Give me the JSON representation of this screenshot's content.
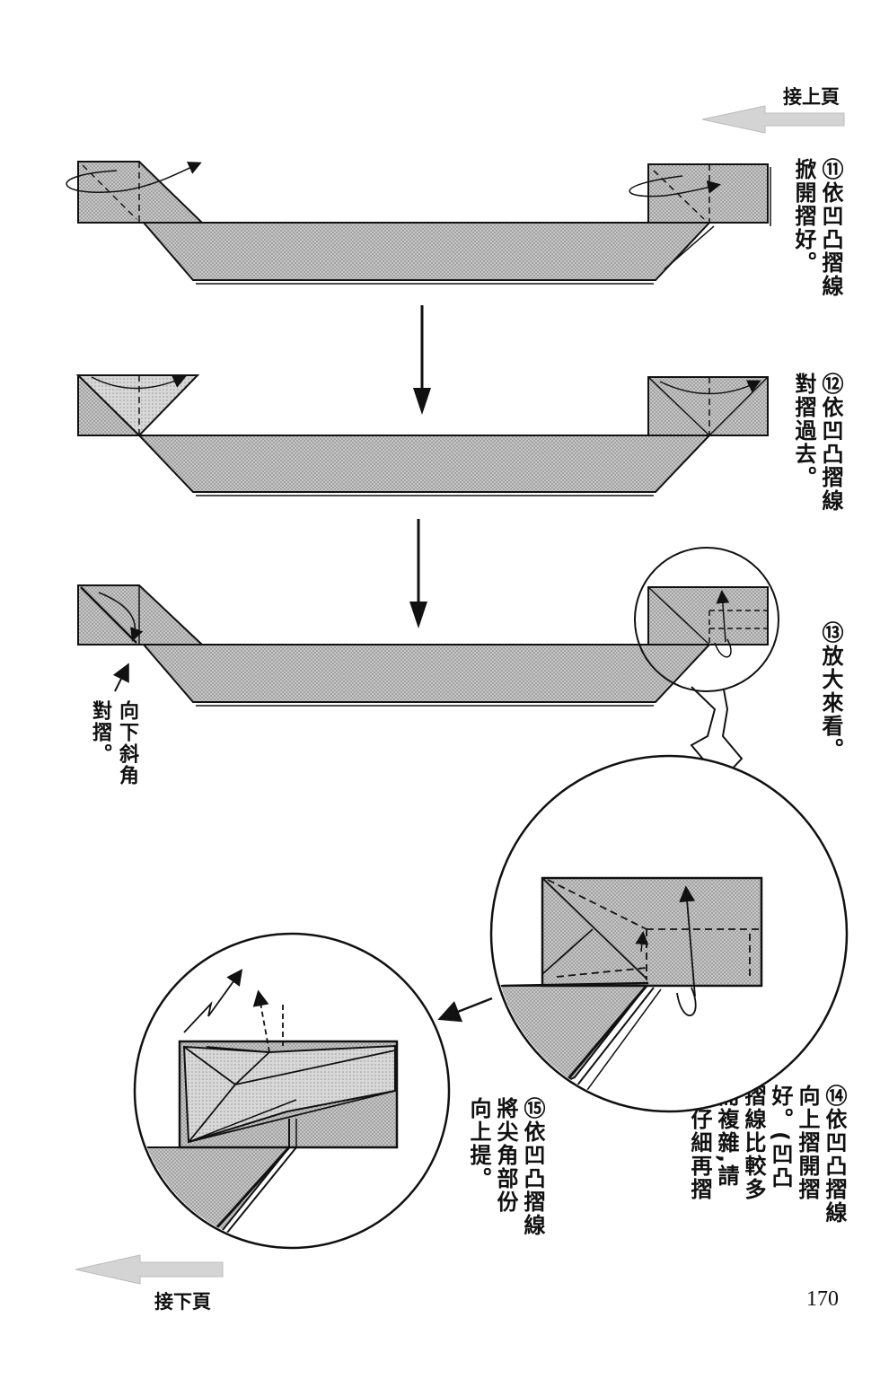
{
  "nav": {
    "continue_from": "接上頁",
    "continue_to": "接下頁",
    "page_number": "170"
  },
  "steps": [
    {
      "number": "⑪",
      "text": "依凹凸摺線掀開摺好。"
    },
    {
      "number": "⑫",
      "text": "依凹凸摺線對摺過去。"
    },
    {
      "number": "⑬",
      "text": "放大來看。"
    },
    {
      "number": "⑭",
      "lines": [
        "依凹凸摺線",
        "向上摺開摺",
        "好。(凹凸",
        "摺線比較多",
        "而複雜,請",
        "看仔細再摺",
        "。)"
      ]
    },
    {
      "number": "⑮",
      "lines": [
        "依凹凸摺線",
        "將尖角部份",
        "向上提。"
      ]
    }
  ],
  "annotations": {
    "diagonal_fold": [
      "向下斜角",
      "對摺。"
    ]
  },
  "colors": {
    "paper_fill": "#bdbdbd",
    "line": "#111111",
    "nav_arrow": "#d0d0d0"
  }
}
